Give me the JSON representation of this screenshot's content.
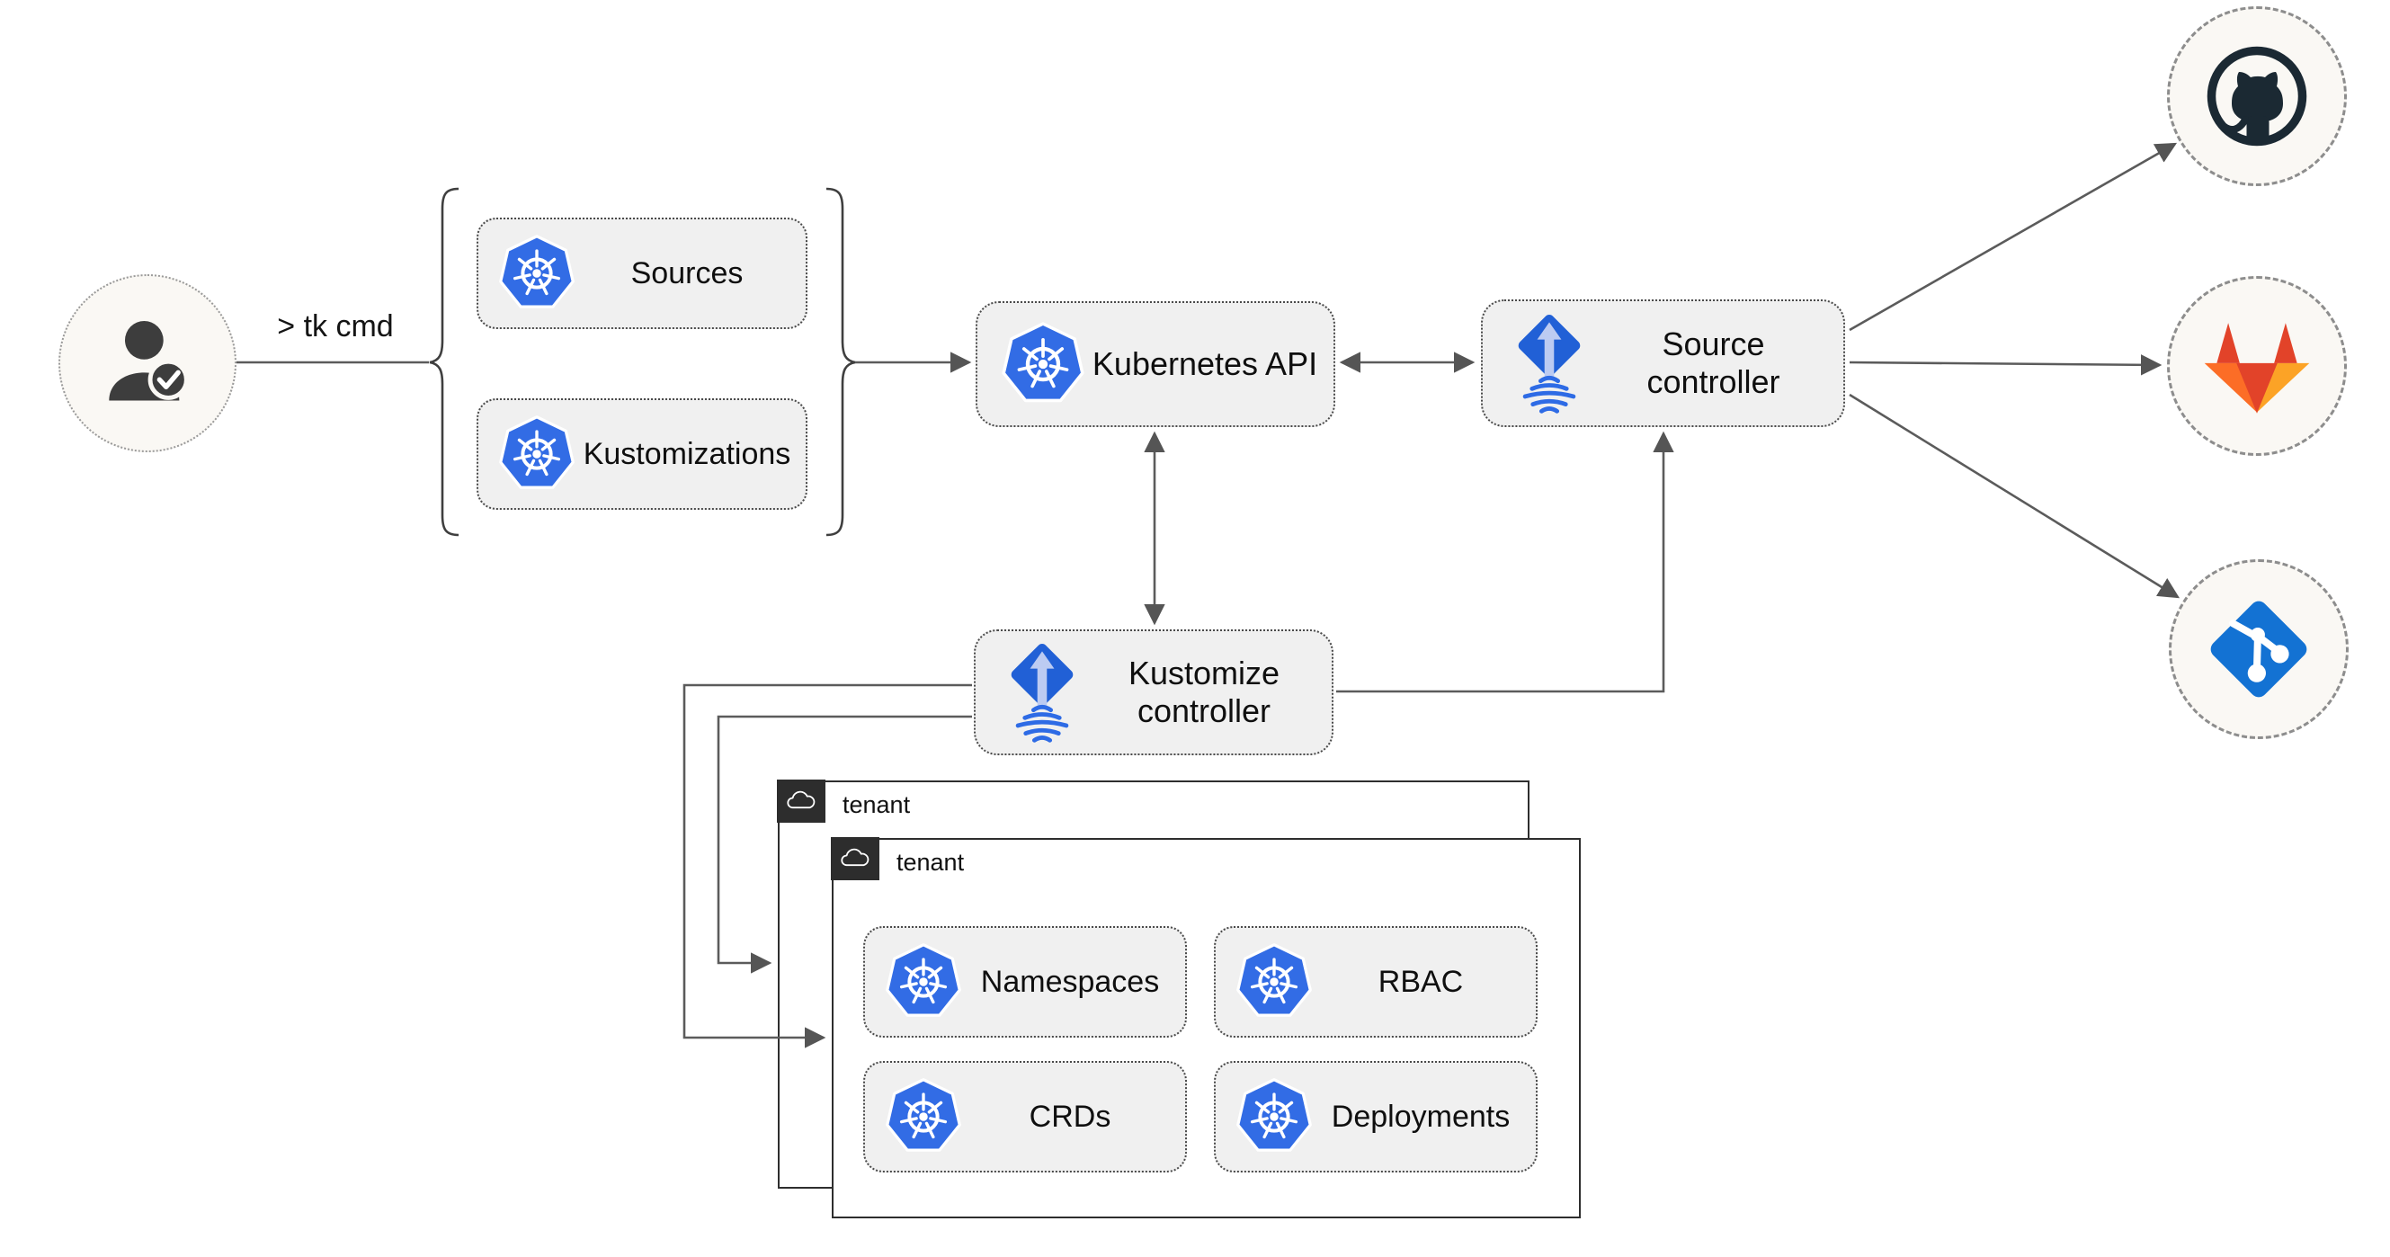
{
  "actor": {
    "command": "> tk cmd"
  },
  "group": {
    "sources": "Sources",
    "kustomizations": "Kustomizations"
  },
  "nodes": {
    "kubernetes_api": "Kubernetes API",
    "source_controller": {
      "line1": "Source",
      "line2": "controller"
    },
    "kustomize_controller": {
      "line1": "Kustomize",
      "line2": "controller"
    }
  },
  "tenants": {
    "back": {
      "label": "tenant"
    },
    "front": {
      "label": "tenant"
    }
  },
  "resources": {
    "namespaces": "Namespaces",
    "rbac": "RBAC",
    "crds": "CRDs",
    "deployments": "Deployments"
  },
  "icons": {
    "user": "user-check-icon",
    "kubernetes": "kubernetes-wheel-icon",
    "flux": "flux-arrow-waves-icon",
    "github": "github-octocat-icon",
    "gitlab": "gitlab-tanuki-icon",
    "git": "git-branch-icon",
    "cloud": "cloud-outline-icon"
  },
  "colors": {
    "kubernetes_blue": "#326CE5",
    "flux_blue": "#2160D6",
    "flux_arrow_light": "#BCCBF2",
    "flux_waves": "#2E6BE5",
    "github_dark": "#1B2933",
    "gitlab_red": "#E24329",
    "gitlab_orange": "#FC6D26",
    "gitlab_light_orange": "#FCA326",
    "git_blue": "#1372D3",
    "wire": "#5B5B5B",
    "chip_bg": "#F0F0F0",
    "circle_bg": "#FAF8F4",
    "tenant_tab": "#2D2D2D"
  }
}
